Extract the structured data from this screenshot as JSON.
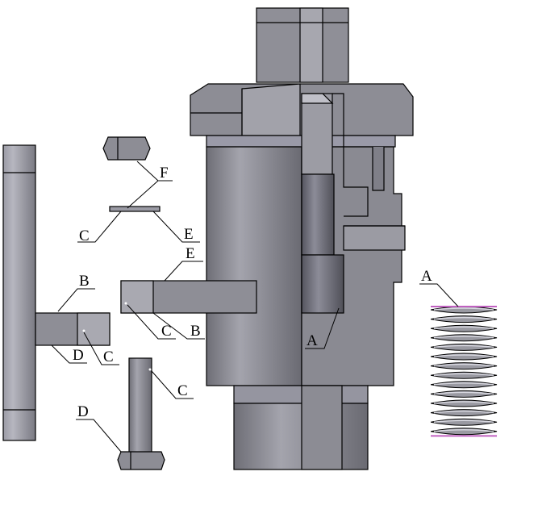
{
  "labels": {
    "spring_label": "A",
    "valve_seat_label": "A",
    "bracket_b_label": "B",
    "arm_b_label": "B",
    "bracket_c_label": "C",
    "arm_c_label": "C",
    "bolt_c_label": "C",
    "washer_c_label": "C",
    "bracket_d_label": "D",
    "bolt_d_label": "D",
    "arm_e_label": "E",
    "washer_e_label": "E",
    "nut_f_label": "F"
  },
  "colors": {
    "body": "#8a8a92",
    "body_light": "#a9a9b2",
    "body_dark": "#5e5e66",
    "outline": "#000000",
    "spring_highlight": "#c060c0"
  }
}
